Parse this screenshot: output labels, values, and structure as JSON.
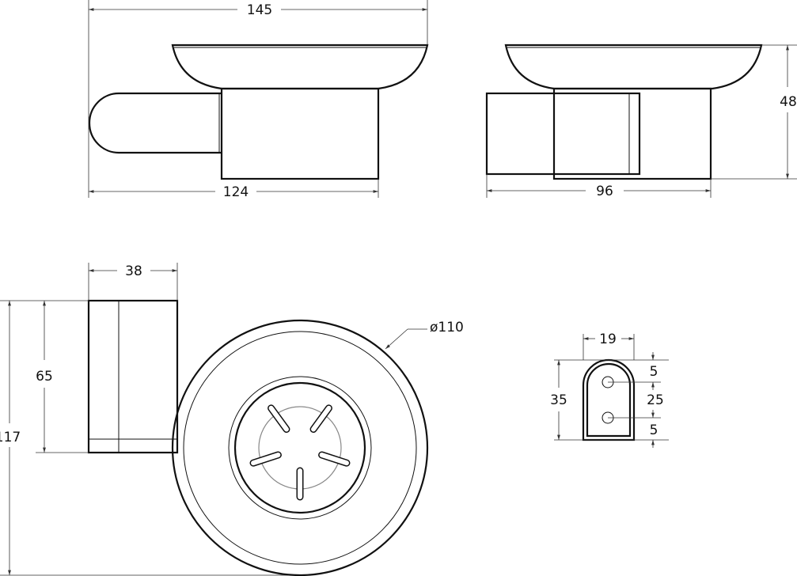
{
  "title": "Soap dish technical drawing",
  "dimensions": {
    "overall_width": "145",
    "base_width": "124",
    "side_depth": "96",
    "height": "48",
    "mount_width": "38",
    "mount_height": "65",
    "total_height": "117",
    "dish_diameter": "ø110",
    "bracket_width": "19",
    "bracket_height": "35",
    "hole_offset_top": "5",
    "hole_spacing": "25",
    "hole_offset_bottom": "5"
  }
}
